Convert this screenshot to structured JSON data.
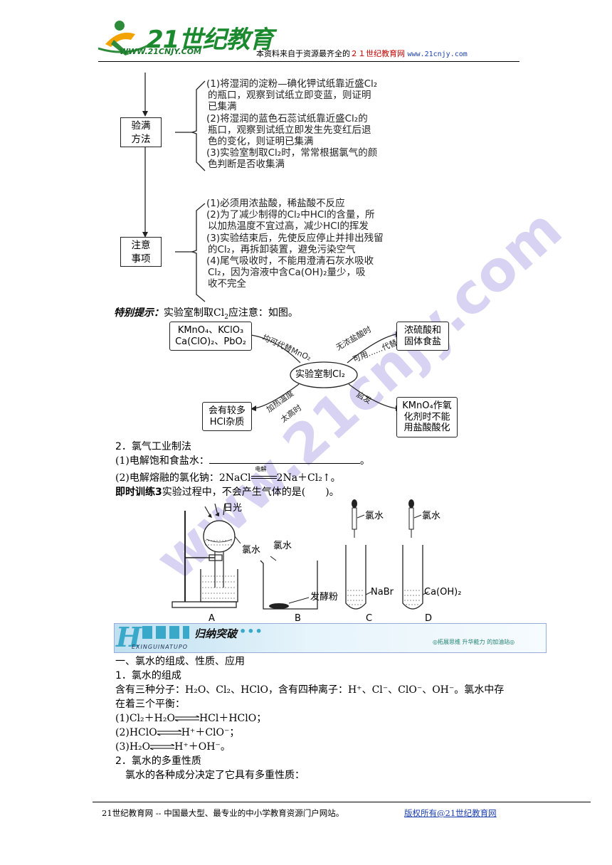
{
  "header": {
    "logo_text": "21世纪教育",
    "logo_url": "WWW.21CNJY.COM",
    "text_prefix": "本资料来自于资源最齐全的",
    "text_site": "２１世纪教育网",
    "text_url": "www.21cnjy.com"
  },
  "flowchart": {
    "check_label_1": "验满",
    "check_label_2": "方法",
    "check_lines": [
      "(1)将湿润的淀粉—碘化钾试纸靠近盛Cl₂",
      "的瓶口，观察到试纸立即变蓝，则证明",
      "已集满",
      "(2)将湿润的蓝色石蕊试纸靠近盛Cl₂的",
      "瓶口，观察到试纸立即发生先变红后退",
      "色的变化，则证明已集满",
      "(3)实验室制取Cl₂时，常常根据氯气的颜",
      "色判断是否收集满"
    ],
    "note_label_1": "注意",
    "note_label_2": "事项",
    "note_lines": [
      "(1)必须用浓盐酸，稀盐酸不反应",
      "(2)为了减少制得的Cl₂中HCl的含量，所",
      "以加热温度不宜过高，减少HCl的挥发",
      "(3)实验结束后，先使反应停止并排出残留",
      "的Cl₂，再拆卸装置，避免污染空气",
      "(4)尾气吸收时，不能用澄清石灰水吸收",
      "Cl₂，因为溶液中含Ca(OH)₂量少，吸",
      "收不完全"
    ]
  },
  "tip": {
    "label": "特别提示：",
    "text_a": "实验室制取",
    "formula": "Cl",
    "sub": "2",
    "text_b": "应注意：如图。"
  },
  "diagram": {
    "center": "实验室制Cl₂",
    "box_tl_1": "KMnO₄、KClO₃",
    "box_tl_2": "Ca(ClO)₂、PbO₂",
    "box_tr_1": "浓硫酸和",
    "box_tr_2": "固体食盐",
    "box_bl_1": "会有较多",
    "box_bl_2": "HCl杂质",
    "box_br_1": "KMnO₄作氧",
    "box_br_2": "化剂时不能",
    "box_br_3": "用盐酸酸化",
    "lbl_tl": "均可代替MnO₂",
    "lbl_tr_1": "无浓盐酸时",
    "lbl_tr_2": "可用……代替",
    "lbl_bl_1": "加热温度",
    "lbl_bl_2": "太高时",
    "lbl_br": "启发"
  },
  "section2": {
    "heading": "2．氯气工业制法",
    "line1_prefix": "(1)电解饱和食盐水：",
    "line1_suffix": "。",
    "line2_prefix": "(2)电解熔融的氯化钠：2NaCl",
    "line2_cond": "电解",
    "line2_suffix": "2Na＋Cl₂↑。"
  },
  "exercise": {
    "label": "即时训练3",
    "text": "实验过程中，不会产生气体的是(　　)。"
  },
  "apparatus": {
    "a_sun": "日光",
    "a_water": "氯水",
    "b_water": "氯水",
    "b_powder": "发酵粉",
    "c_water": "氯水",
    "c_sol": "NaBr",
    "d_water": "氯水",
    "d_sol": "Ca(OH)₂",
    "cap_a": "A",
    "cap_b": "B",
    "cap_c": "C",
    "cap_d": "D"
  },
  "banner": {
    "title": "归纳突破",
    "dots": "•••",
    "sub": "EXINGUINATUPO",
    "right": "◎拓展思维 升华能力 的加油站◎"
  },
  "body": {
    "h1": "一、氯水的组成、性质、应用",
    "h2": "1．氯水的组成",
    "p1": "含有三种分子：H₂O、Cl₂、HClO，含有四种离子：H⁺、Cl⁻、ClO⁻、OH⁻。氯水中存",
    "p2": "在着三个平衡：",
    "eq1_l": "(1)Cl₂＋H₂O",
    "eq1_r": "HCl＋HClO；",
    "eq2_l": "(2)HClO",
    "eq2_r": "H⁺＋ClO⁻；",
    "eq3_l": "(3)H₂O",
    "eq3_r": "H⁺＋OH⁻。",
    "h3": "2．氯水的多重性质",
    "p3": "氯水的各种成分决定了它具有多重性质："
  },
  "footer": {
    "text": "21世纪教育网 -- 中国最大型、最专业的中小学教育资源门户网站。",
    "link": "版权所有@21世纪教育网"
  },
  "watermark": "www.21cnjy.com"
}
